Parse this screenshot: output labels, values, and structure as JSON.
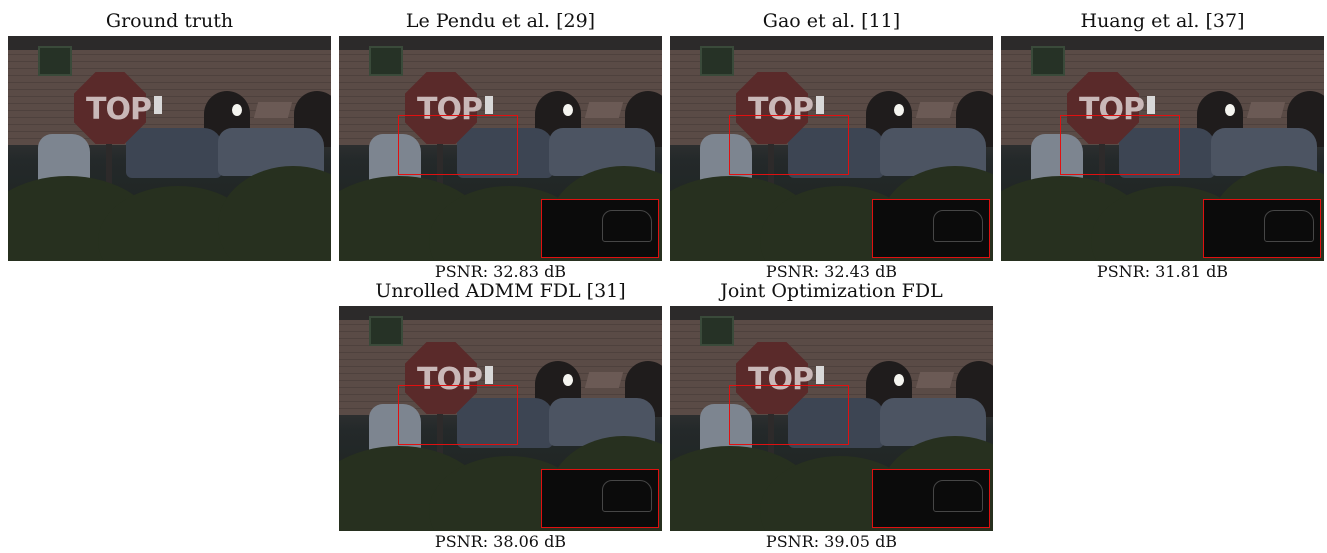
{
  "panels": [
    {
      "id": "ground-truth",
      "title": "Ground truth",
      "caption": ""
    },
    {
      "id": "le-pendu",
      "title": "Le Pendu et al. [29]",
      "caption": "PSNR: 32.83 dB"
    },
    {
      "id": "gao",
      "title": "Gao et al. [11]",
      "caption": "PSNR: 32.43 dB"
    },
    {
      "id": "huang",
      "title": "Huang et al. [37]",
      "caption": "PSNR: 31.81 dB"
    },
    {
      "id": "unrolled-admm",
      "title": "Unrolled ADMM FDL [31]",
      "caption": "PSNR: 38.06 dB"
    },
    {
      "id": "joint-opt",
      "title": "Joint Optimization FDL",
      "caption": "PSNR: 39.05 dB"
    }
  ],
  "scene": {
    "sign_text": "TOP",
    "zoom_box_color": "#e01010"
  }
}
